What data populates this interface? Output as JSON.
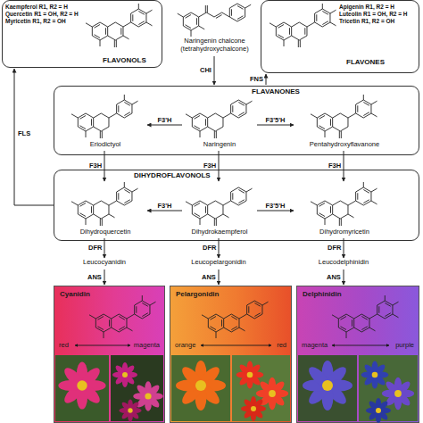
{
  "diagram": {
    "nodes": [
      {
        "text": [
          "Kaempferol R1, R2 = H",
          "Quercetin R1 = OH, R2 = H",
          "Myricetin R1, R2 = OH",
          "FLAVONOLS"
        ]
      },
      {
        "text": [
          "Naringenin chalcone (tetrahydroxychalcone)"
        ]
      },
      {
        "text": [
          "Apigenin R1, R2 = H",
          "Luteolin R1 = OH, R2 = H",
          "Tricetin R1, R2 = OH",
          "FLAVONES"
        ]
      },
      {
        "text": [
          "FLAVANONES"
        ]
      },
      {
        "text": [
          "Eriodictyol"
        ],
        "in": 3
      },
      {
        "text": [
          "Naringenin"
        ],
        "in": 3
      },
      {
        "text": [
          "Pentahydroxyflavanone"
        ],
        "in": 3
      },
      {
        "text": [
          "DIHYDROFLAVONOLS"
        ]
      },
      {
        "text": [
          "Dihydroquercetin"
        ],
        "in": 7
      },
      {
        "text": [
          "Dihydrokaempferol"
        ],
        "in": 7
      },
      {
        "text": [
          "Dihydromyricetin"
        ],
        "in": 7
      },
      {
        "text": [
          "Leucocyanidin"
        ]
      },
      {
        "text": [
          "Leucopelargonidin"
        ]
      },
      {
        "text": [
          "Leucodelphinidin"
        ]
      },
      {
        "text": [
          "Cyanidin",
          "red",
          "magenta"
        ]
      },
      {
        "text": [
          "Pelargonidin",
          "orange",
          "red"
        ]
      },
      {
        "text": [
          "Delphinidin",
          "magenta",
          "purple"
        ]
      }
    ],
    "edges": [
      {
        "from": 1,
        "to": 3,
        "arrow": "to",
        "label": "CHI"
      },
      {
        "from": 3,
        "to": 2,
        "arrow": "to",
        "label": "FNS"
      },
      {
        "from": 5,
        "to": 4,
        "arrow": "to",
        "label": "F3'H"
      },
      {
        "from": 5,
        "to": 6,
        "arrow": "to",
        "label": "F3'5'H"
      },
      {
        "from": 4,
        "to": 8,
        "arrow": "to",
        "label": "F3H"
      },
      {
        "from": 5,
        "to": 9,
        "arrow": "to",
        "label": "F3H"
      },
      {
        "from": 6,
        "to": 10,
        "arrow": "to",
        "label": "F3H"
      },
      {
        "from": 9,
        "to": 8,
        "arrow": "to",
        "label": "F3'H"
      },
      {
        "from": 9,
        "to": 10,
        "arrow": "to",
        "label": "F3'5'H"
      },
      {
        "from": 7,
        "to": 0,
        "arrow": "to",
        "label": "FLS"
      },
      {
        "from": 8,
        "to": 11,
        "arrow": "to",
        "label": "DFR"
      },
      {
        "from": 9,
        "to": 12,
        "arrow": "to",
        "label": "DFR"
      },
      {
        "from": 10,
        "to": 13,
        "arrow": "to",
        "label": "DFR"
      },
      {
        "from": 11,
        "to": 14,
        "arrow": "to",
        "label": "ANS"
      },
      {
        "from": 12,
        "to": 15,
        "arrow": "to",
        "label": "ANS"
      },
      {
        "from": 13,
        "to": 16,
        "arrow": "to",
        "label": "ANS"
      }
    ]
  }
}
